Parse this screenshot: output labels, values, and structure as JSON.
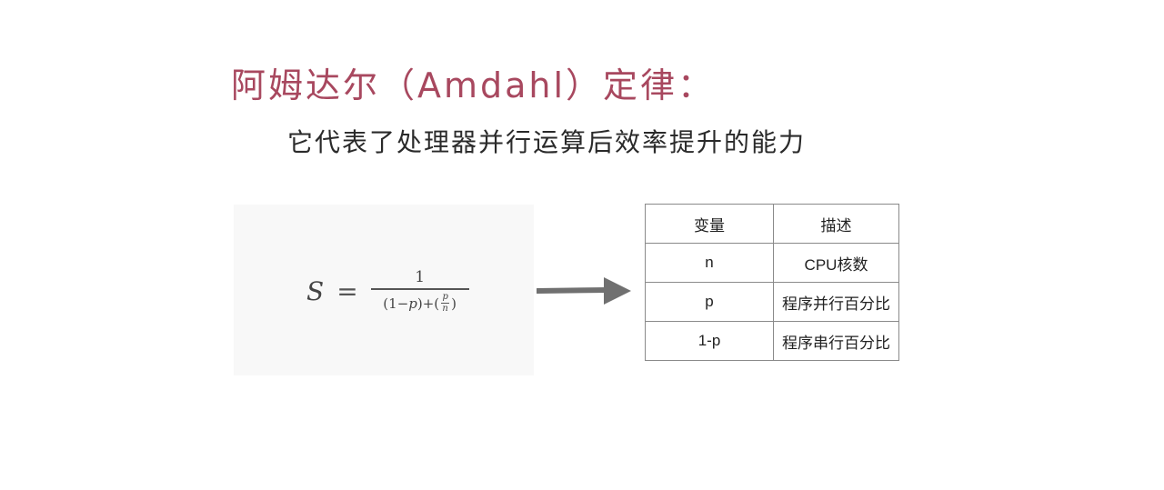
{
  "slide": {
    "title": "阿姆达尔（Amdahl）定律：",
    "subtitle": "它代表了处理器并行运算后效率提升的能力",
    "title_color": "#a8485f"
  },
  "formula": {
    "lhs": "S",
    "equals": "=",
    "numerator": "1",
    "denominator": {
      "open": "(1−",
      "p": "p",
      "mid": ")+(",
      "inner_num": "p",
      "inner_den": "n",
      "close": ")"
    }
  },
  "arrow": {
    "icon": "arrow-right-icon",
    "color": "#707070"
  },
  "table": {
    "headers": [
      "变量",
      "描述"
    ],
    "rows": [
      [
        "n",
        "CPU核数"
      ],
      [
        "p",
        "程序并行百分比"
      ],
      [
        "1-p",
        "程序串行百分比"
      ]
    ]
  }
}
